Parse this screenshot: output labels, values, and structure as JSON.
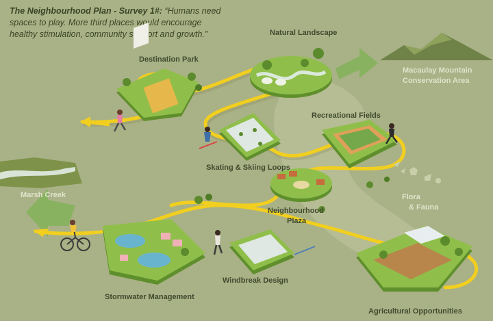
{
  "quote": {
    "title": "The Neighbourhood Plan - Survey 1#:",
    "text": " “Humans need spaces to play. More third places would encourage healthy stimulation, community support and growth.”"
  },
  "labels": {
    "natural_landscape": "Natural Landscape",
    "destination_park": "Destination Park",
    "macaulay_line1": "Macaulay Mountain",
    "macaulay_line2": "Conservation Area",
    "recreational_fields": "Recreational Fields",
    "skating_skiing": "Skating & Skiing Loops",
    "marsh_creek": "Marsh Creek",
    "neighbourhood_line1": "Neighbourhood",
    "neighbourhood_line2": "Plaza",
    "flora_line1": "Flora",
    "flora_line2": "& Fauna",
    "windbreak": "Windbreak Design",
    "stormwater": "Stormwater Management",
    "agricultural": "Agricultural Opportunities"
  },
  "colors": {
    "background": "#a9b186",
    "path": "#f2cf1f",
    "platform": "#8fbf4a",
    "platform_side": "#5f8f2c",
    "arrow": "#84b35c",
    "label": "#3f4a2e",
    "label_dim": "#dfe4cc"
  }
}
